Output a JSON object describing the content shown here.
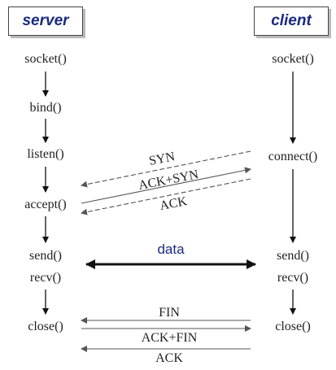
{
  "server": {
    "title": "server",
    "steps": [
      "socket()",
      "bind()",
      "listen()",
      "accept()",
      "send()",
      "recv()",
      "close()"
    ]
  },
  "client": {
    "title": "client",
    "steps": [
      "socket()",
      "connect()",
      "send()",
      "recv()",
      "close()"
    ]
  },
  "messages": {
    "syn": "SYN",
    "ack_syn": "ACK+SYN",
    "ack": "ACK",
    "data": "data",
    "fin": "FIN",
    "ack_fin": "ACK+FIN",
    "ack2": "ACK"
  }
}
